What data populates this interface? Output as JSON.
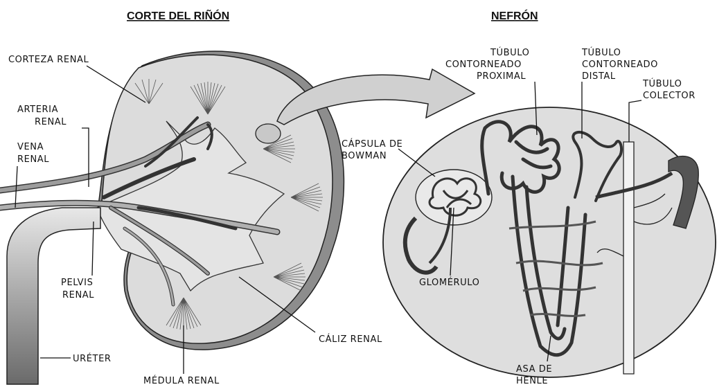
{
  "titles": {
    "kidney": "CORTE DEL RIÑÓN",
    "nephron": "NEFRÓN"
  },
  "kidney_labels": {
    "corteza": "CORTEZA RENAL",
    "arteria_1": "ARTERIA",
    "arteria_2": "RENAL",
    "vena_1": "VENA",
    "vena_2": "RENAL",
    "pelvis_1": "PELVIS",
    "pelvis_2": "RENAL",
    "ureter": "URÉTER",
    "medula": "MÉDULA RENAL",
    "caliz": "CÁLIZ RENAL"
  },
  "nephron_labels": {
    "proximal_1": "TÚBULO",
    "proximal_2": "CONTORNEADO",
    "proximal_3": "PROXIMAL",
    "distal_1": "TÚBULO",
    "distal_2": "CONTORNEADO",
    "distal_3": "DISTAL",
    "colector_1": "TÚBULO",
    "colector_2": "COLECTOR",
    "capsula_1": "CÁPSULA DE",
    "capsula_2": "BOWMAN",
    "glomerulo": "GLOMÉRULO",
    "asa_1": "ASA DE",
    "asa_2": "HENLE"
  }
}
